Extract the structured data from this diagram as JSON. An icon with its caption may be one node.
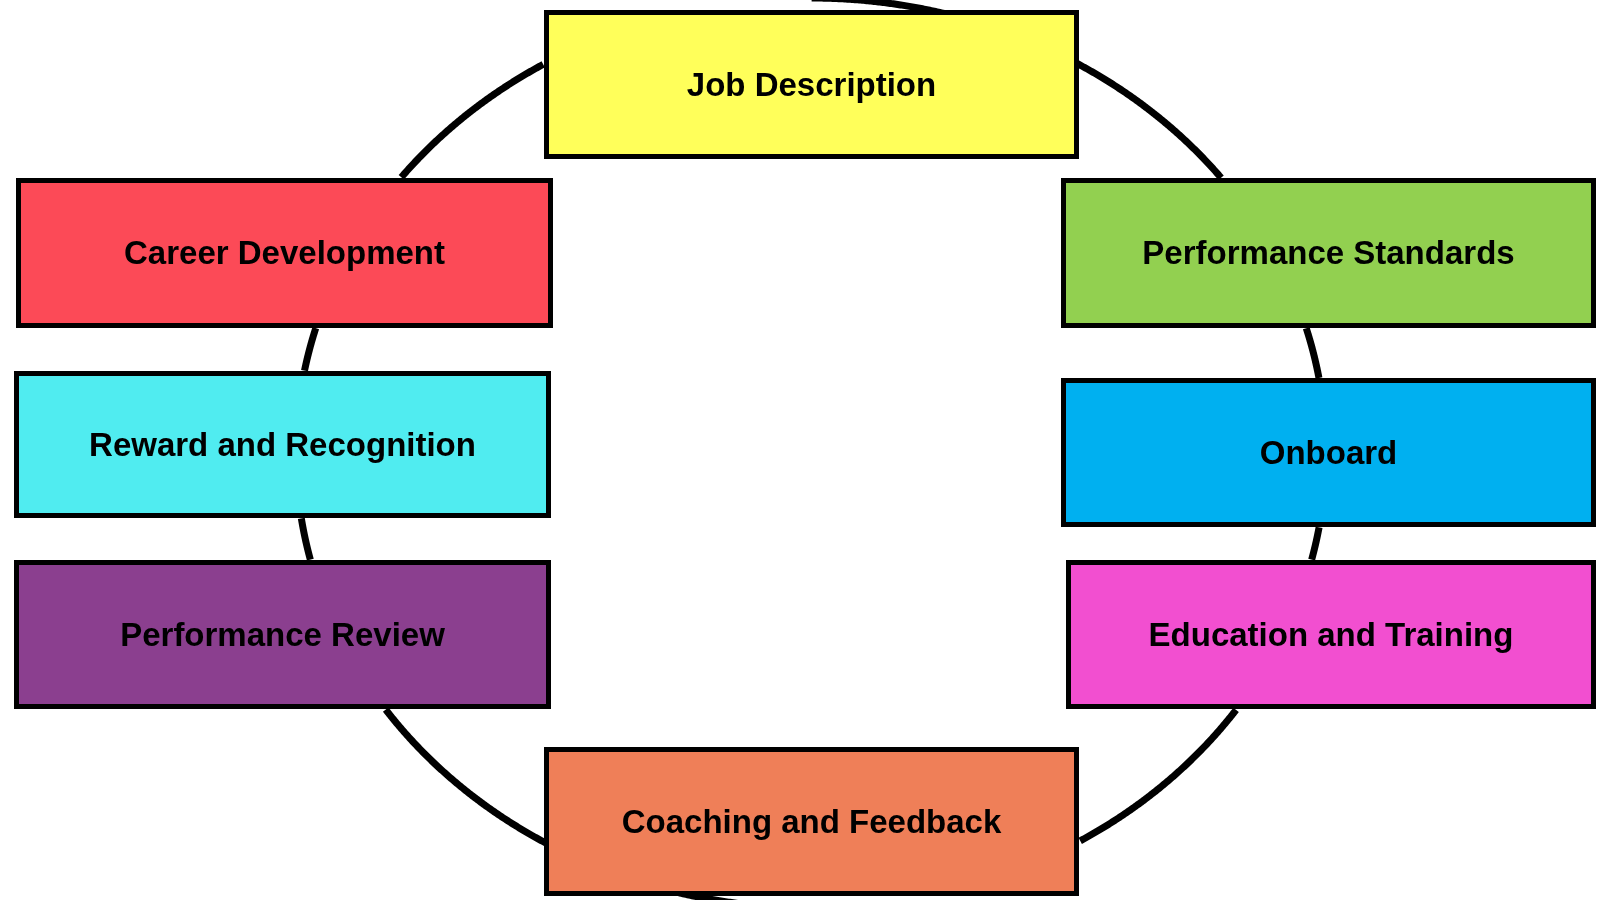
{
  "diagram": {
    "nodes": [
      {
        "text": [
          "Job Description"
        ]
      },
      {
        "text": [
          "Career Development"
        ]
      },
      {
        "text": [
          "Performance Standards"
        ]
      },
      {
        "text": [
          "Reward and Recognition"
        ]
      },
      {
        "text": [
          "Onboard"
        ]
      },
      {
        "text": [
          "Performance Review"
        ]
      },
      {
        "text": [
          "Education and Training"
        ]
      },
      {
        "text": [
          "Coaching and Feedback"
        ]
      }
    ],
    "edges": [
      {
        "from": 0,
        "to": 2,
        "arrow": "none"
      },
      {
        "from": 2,
        "to": 4,
        "arrow": "none"
      },
      {
        "from": 4,
        "to": 6,
        "arrow": "none"
      },
      {
        "from": 6,
        "to": 7,
        "arrow": "none"
      },
      {
        "from": 7,
        "to": 5,
        "arrow": "none"
      },
      {
        "from": 5,
        "to": 3,
        "arrow": "none"
      },
      {
        "from": 3,
        "to": 1,
        "arrow": "none"
      },
      {
        "from": 1,
        "to": 0,
        "arrow": "none"
      }
    ]
  }
}
